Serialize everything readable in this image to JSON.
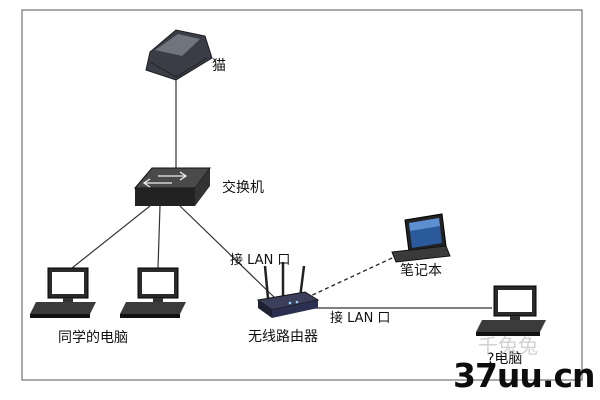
{
  "diagram": {
    "nodes": {
      "modem": {
        "label": "猫",
        "icon": "modem-icon"
      },
      "switch": {
        "label": "交换机",
        "icon": "switch-icon"
      },
      "pc_left1": {
        "icon": "desktop-pc-icon"
      },
      "pc_left2": {
        "icon": "desktop-pc-icon"
      },
      "pc_group": {
        "label": "同学的电脑"
      },
      "router": {
        "label": "无线路由器",
        "icon": "wireless-router-icon"
      },
      "laptop": {
        "label": "笔记本",
        "icon": "laptop-icon"
      },
      "pc_right": {
        "label": "?电脑",
        "icon": "desktop-pc-icon"
      }
    },
    "edges": [
      {
        "from": "modem",
        "to": "switch",
        "style": "solid"
      },
      {
        "from": "switch",
        "to": "pc_left1",
        "style": "solid"
      },
      {
        "from": "switch",
        "to": "pc_left2",
        "style": "solid"
      },
      {
        "from": "switch",
        "to": "router",
        "style": "solid",
        "label": "接 LAN 口"
      },
      {
        "from": "router",
        "to": "laptop",
        "style": "dashed"
      },
      {
        "from": "router",
        "to": "pc_right",
        "style": "solid",
        "label": "接 LAN 口"
      }
    ]
  },
  "watermark": {
    "brand": "37uu.cn",
    "faint": "千兔兔"
  }
}
